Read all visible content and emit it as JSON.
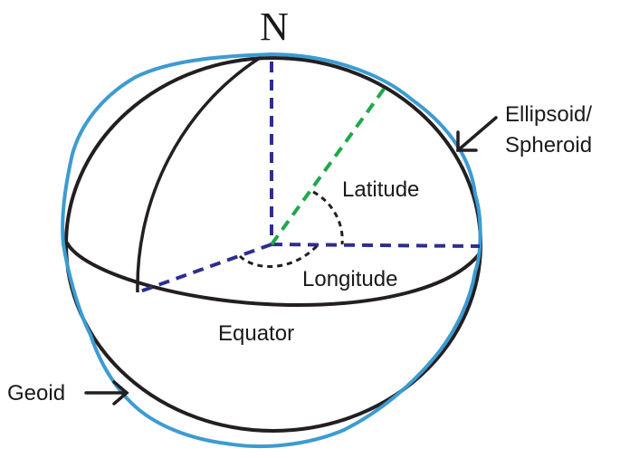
{
  "labels": {
    "north": "N",
    "latitude": "Latitude",
    "longitude": "Longitude",
    "equator": "Equator",
    "ellipsoid_line1": "Ellipsoid/",
    "ellipsoid_line2": "Spheroid",
    "geoid": "Geoid"
  },
  "colors": {
    "ellipsoid": "#231f20",
    "geoid": "#3d9bd1",
    "axes": "#2e2e8f",
    "latitude_radius": "#1fa84a",
    "angle_arcs": "#231f20",
    "arrows": "#231f20"
  },
  "icons": {
    "ellipsoid_pointer": "arrow-icon",
    "geoid_pointer": "arrow-icon"
  }
}
